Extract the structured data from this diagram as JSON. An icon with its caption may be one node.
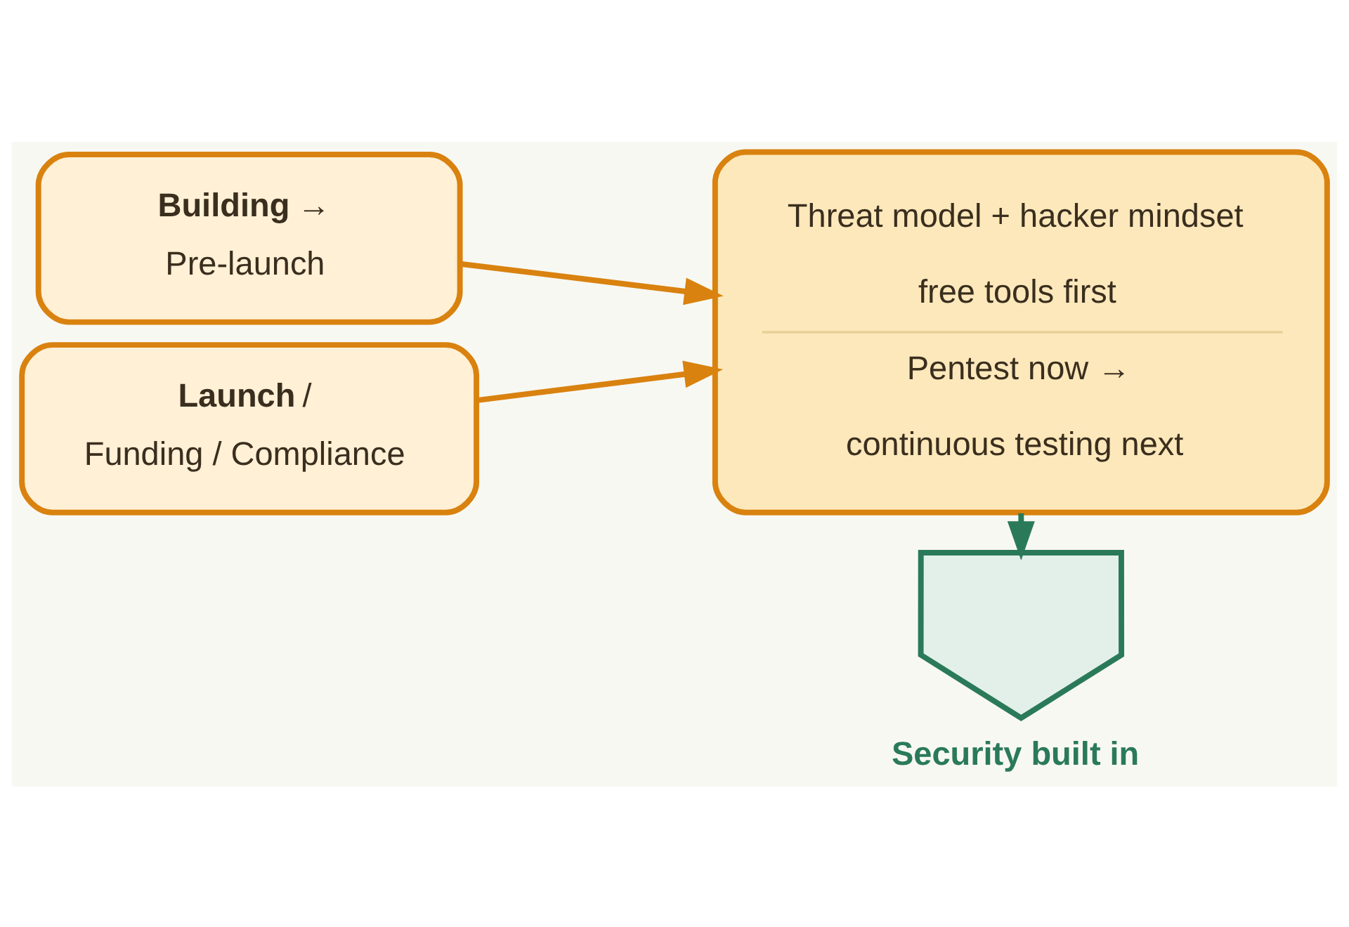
{
  "diagram": {
    "nodes": [
      {
        "text": [
          "**Building** →",
          "Pre-launch"
        ]
      },
      {
        "text": [
          "**Launch** /",
          "Funding / Compliance"
        ]
      },
      {
        "text": [
          "Threat model + hacker mindset",
          "free tools first",
          "Pentest now →",
          "continuous testing next"
        ]
      },
      {
        "text": [],
        "shape": "shield",
        "beside": [
          "Security built in"
        ]
      }
    ],
    "edges": [
      {
        "from": 0,
        "to": 2,
        "arrow": "to"
      },
      {
        "from": 1,
        "to": 2,
        "arrow": "to"
      },
      {
        "from": 2,
        "to": 3,
        "arrow": "to",
        "color": "#2a7a5a"
      }
    ]
  }
}
